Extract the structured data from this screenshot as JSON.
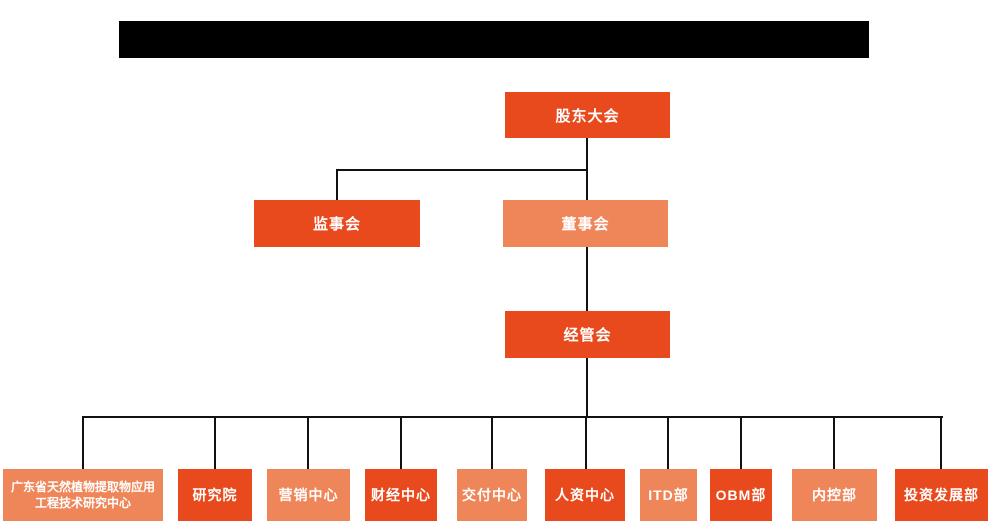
{
  "colors": {
    "primary_box": "#e8491d",
    "secondary_box": "#ef8659",
    "connector_line": "#111111",
    "redacted_bar": "#000000"
  },
  "org": {
    "level1": {
      "label": "股东大会"
    },
    "level2": [
      {
        "label": "监事会",
        "variant": "primary"
      },
      {
        "label": "董事会",
        "variant": "secondary"
      }
    ],
    "level3": {
      "label": "经管会"
    },
    "departments": [
      {
        "label": "广东省天然植物提取物应用工程技术研究中心",
        "variant": "secondary"
      },
      {
        "label": "研究院",
        "variant": "primary"
      },
      {
        "label": "营销中心",
        "variant": "secondary"
      },
      {
        "label": "财经中心",
        "variant": "primary"
      },
      {
        "label": "交付中心",
        "variant": "secondary"
      },
      {
        "label": "人资中心",
        "variant": "primary"
      },
      {
        "label": "ITD部",
        "variant": "secondary"
      },
      {
        "label": "OBM部",
        "variant": "primary"
      },
      {
        "label": "内控部",
        "variant": "secondary"
      },
      {
        "label": "投资发展部",
        "variant": "primary"
      }
    ]
  }
}
